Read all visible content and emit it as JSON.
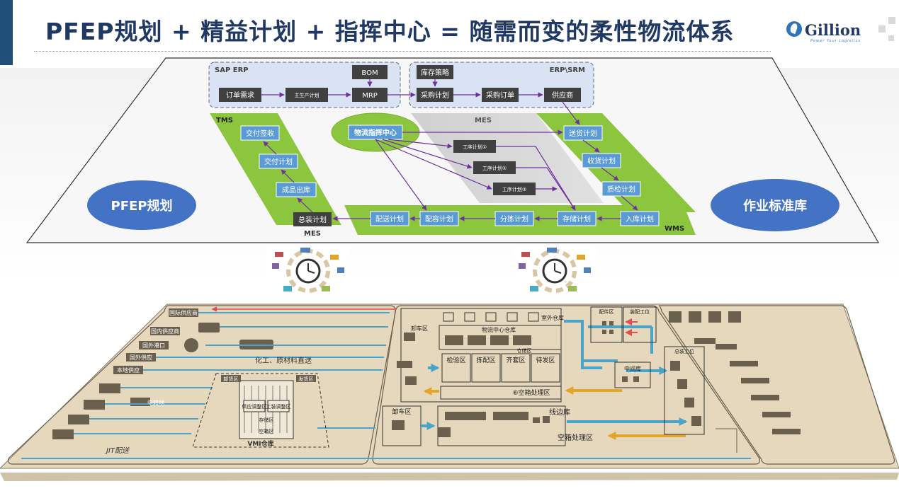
{
  "slide_title": "PFEP规划 + 精益计划 + 指挥中心 = 随需而变的柔性物流体系",
  "logo": {
    "name": "Gillion",
    "tagline": "Power Your Logistics"
  },
  "groups": {
    "sap_erp": "SAP ERP",
    "erp_srm": "ERP\\SRM",
    "mes_middle": "MES",
    "tms": "TMS",
    "wms": "WMS",
    "mes_bottom": "MES"
  },
  "nodes": {
    "order_demand": "订单需求",
    "master_plan": "主生产计划",
    "bom": "BOM",
    "mrp": "MRP",
    "stock_strategy": "库存策略",
    "purchase_plan": "采购计划",
    "purchase_order": "采购订单",
    "supplier": "供应商",
    "delivery_sign": "交付签收",
    "delivery_plan": "交付计划",
    "finished_out": "成品出库",
    "command_center": "物流指挥中心",
    "process_plan_1": "工序计划①",
    "process_plan_2": "工序计划②",
    "process_plan_3": "工序计划③",
    "shipping_plan": "送货计划",
    "receiving_plan": "收货计划",
    "quality_plan": "质检计划",
    "assembly_plan": "总装计划",
    "distribution_plan": "配送计划",
    "allocation_plan": "配容计划",
    "sorting_plan": "分拣计划",
    "storage_plan": "存储计划",
    "inbound_plan": "入库计划"
  },
  "ellipses": {
    "pfep": "PFEP规划",
    "standard_library": "作业标准库"
  },
  "layout": {
    "left": {
      "labels": [
        "国际供应商",
        "国内供应商",
        "国外港口",
        "国外供应",
        "本地供应"
      ],
      "chemical_direct": "化工、原材料直送",
      "jit": "JIT配送",
      "vmi": "VMI仓库",
      "vmi_regions": [
        "卸货区",
        "发货区",
        "供应调整区",
        "工装调整区",
        "存储区",
        "空箱区"
      ],
      "middle_label": "中转地"
    },
    "center": {
      "unload_top": "卸车区",
      "warehouse_title": "物流中心仓库",
      "outside_store": "室外仓库",
      "zones": [
        "检验区",
        "拣配区",
        "齐套区",
        "待发区"
      ],
      "storage_zone": "仓储区",
      "empty_box_top": "⑥空箱处理区",
      "unload_bottom": "卸车区",
      "line_store": "线边库",
      "empty_box_bottom": "空箱处理区"
    },
    "right": {
      "block_a": "配件区",
      "block_b": "装配工位",
      "middle_store": "中间库",
      "block_c": "总装工位"
    }
  },
  "colors": {
    "title": "#1f3864",
    "node_dark": "#404040",
    "node_blue": "#5b9bd5",
    "band_green": "#8cc63f",
    "ellipse_blue": "#4472c4",
    "arrow_purple": "#7030a0",
    "map_bg": "#e6d8bd",
    "map_blue": "#4aa3c9",
    "map_orange": "#e4a62a"
  }
}
